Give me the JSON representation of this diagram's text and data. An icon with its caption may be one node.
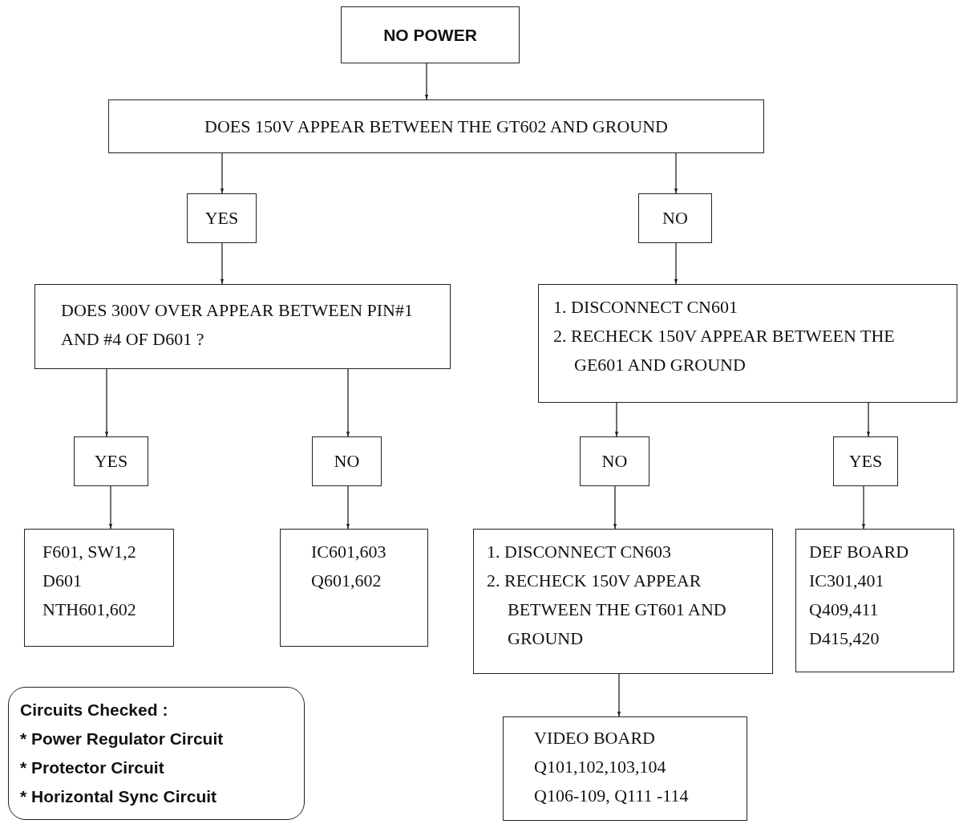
{
  "diagram": {
    "nodes": [
      {
        "text": [
          "NO POWER"
        ]
      },
      {
        "text": [
          "DOES 150V APPEAR BETWEEN THE GT602 AND GROUND"
        ]
      },
      {
        "text": [
          "YES"
        ]
      },
      {
        "text": [
          "NO"
        ]
      },
      {
        "text": [
          "DOES 300V OVER APPEAR BETWEEN PIN#1 AND #4 OF D601 ?"
        ]
      },
      {
        "text": [
          "1. DISCONNECT CN601",
          "2. RECHECK 150V APPEAR BETWEEN THE GE601 AND GROUND"
        ]
      },
      {
        "text": [
          "YES"
        ]
      },
      {
        "text": [
          "NO"
        ]
      },
      {
        "text": [
          "NO"
        ]
      },
      {
        "text": [
          "YES"
        ]
      },
      {
        "text": [
          "F601, SW1,2",
          "D601",
          "NTH601,602"
        ]
      },
      {
        "text": [
          "IC601,603",
          "Q601,602"
        ]
      },
      {
        "text": [
          "1. DISCONNECT CN603",
          "2. RECHECK 150V APPEAR BETWEEN THE GT601 AND GROUND"
        ]
      },
      {
        "text": [
          "DEF BOARD",
          "IC301,401",
          "Q409,411",
          "D415,420"
        ]
      },
      {
        "text": [
          "VIDEO BOARD",
          "Q101,102,103,104",
          "Q106-109, Q111 -114"
        ]
      },
      {
        "text": [
          "Circuits Checked :",
          "* Power Regulator Circuit",
          "* Protector Circuit",
          "* Horizontal Sync Circuit"
        ]
      }
    ],
    "edges": [
      {
        "from": 0,
        "to": 1,
        "arrow": "to"
      },
      {
        "from": 1,
        "to": 2,
        "arrow": "to"
      },
      {
        "from": 1,
        "to": 3,
        "arrow": "to"
      },
      {
        "from": 2,
        "to": 4,
        "arrow": "to"
      },
      {
        "from": 3,
        "to": 5,
        "arrow": "to"
      },
      {
        "from": 4,
        "to": 6,
        "arrow": "to"
      },
      {
        "from": 4,
        "to": 7,
        "arrow": "to"
      },
      {
        "from": 5,
        "to": 8,
        "arrow": "to"
      },
      {
        "from": 5,
        "to": 9,
        "arrow": "to"
      },
      {
        "from": 6,
        "to": 10,
        "arrow": "to"
      },
      {
        "from": 7,
        "to": 11,
        "arrow": "to"
      },
      {
        "from": 8,
        "to": 12,
        "arrow": "to"
      },
      {
        "from": 9,
        "to": 13,
        "arrow": "to"
      },
      {
        "from": 12,
        "to": 14,
        "arrow": "to"
      }
    ]
  }
}
